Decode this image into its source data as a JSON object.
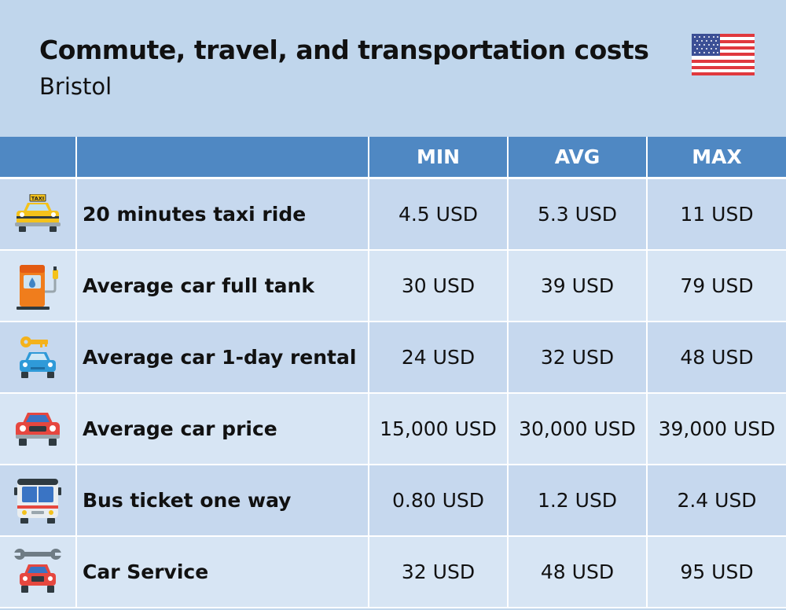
{
  "header": {
    "title": "Commute, travel, and transportation costs",
    "subtitle": "Bristol",
    "flag_icon": "us-flag-icon"
  },
  "table": {
    "columns": [
      "",
      "",
      "MIN",
      "AVG",
      "MAX"
    ],
    "rows": [
      {
        "icon": "taxi-icon",
        "taxi_sign": "TAXI",
        "label": "20 minutes taxi ride",
        "min": "4.5 USD",
        "avg": "5.3 USD",
        "max": "11 USD"
      },
      {
        "icon": "fuel-pump-icon",
        "label": "Average car full tank",
        "min": "30 USD",
        "avg": "39 USD",
        "max": "79 USD"
      },
      {
        "icon": "rental-car-key-icon",
        "label": "Average car 1-day rental",
        "min": "24 USD",
        "avg": "32 USD",
        "max": "48 USD"
      },
      {
        "icon": "car-icon",
        "label": "Average car price",
        "min": "15,000 USD",
        "avg": "30,000 USD",
        "max": "39,000 USD"
      },
      {
        "icon": "bus-icon",
        "label": "Bus ticket one way",
        "min": "0.80 USD",
        "avg": "1.2 USD",
        "max": "2.4 USD"
      },
      {
        "icon": "car-service-wrench-icon",
        "label": "Car Service",
        "min": "32 USD",
        "avg": "48 USD",
        "max": "95 USD"
      }
    ]
  },
  "colors": {
    "background": "#c0d6ec",
    "header_row": "#4f88c3",
    "row_odd": "#c6d8ee",
    "row_even": "#d7e5f4"
  }
}
